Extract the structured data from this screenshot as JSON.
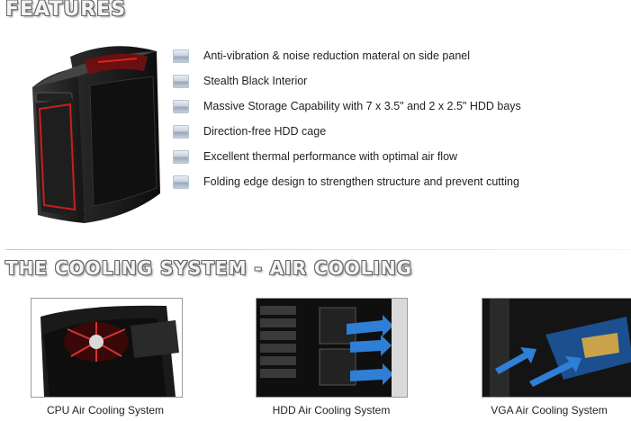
{
  "headings": {
    "features": "FEATURES",
    "cooling": "THE COOLING SYSTEM - AIR COOLING"
  },
  "features": [
    "Anti-vibration & noise reduction materal on side panel",
    "Stealth Black Interior",
    "Massive Storage Capability with 7 x 3.5\" and 2 x 2.5\" HDD bays",
    "Direction-free HDD cage",
    "Excellent thermal performance with optimal air flow",
    "Folding edge design to strengthen structure and prevent cutting"
  ],
  "cooling_photos": [
    {
      "caption": "CPU Air Cooling System"
    },
    {
      "caption": "HDD Air Cooling System"
    },
    {
      "caption": "VGA Air Cooling System"
    }
  ],
  "colors": {
    "accent_red": "#c81e1e",
    "case_black": "#1a1a1a",
    "arrow_blue": "#2f7fd6"
  }
}
